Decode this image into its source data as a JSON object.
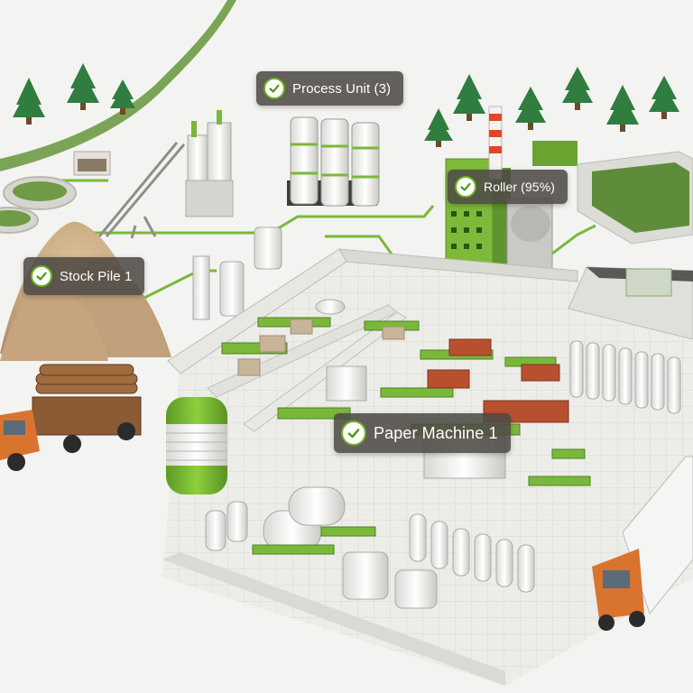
{
  "scene": {
    "description_labels": [
      "Process Unit (3)",
      "Roller (95%)",
      "Stock Pile 1",
      "Paper Machine 1"
    ]
  },
  "labels": {
    "process_unit": {
      "text": "Process Unit (3)",
      "status_icon": "check-circle-icon"
    },
    "roller": {
      "text": "Roller (95%)",
      "status_icon": "check-circle-icon"
    },
    "stock_pile": {
      "text": "Stock Pile 1",
      "status_icon": "check-circle-icon"
    },
    "paper_machine": {
      "text": "Paper Machine 1",
      "status_icon": "check-circle-icon"
    }
  },
  "colors": {
    "accent_green": "#6ab023",
    "chip_background": "#4e4a46",
    "truck_orange": "#d9742f",
    "tree_green": "#2f7d3f",
    "sand": "#c9a97c",
    "floor": "#ebebe6"
  }
}
